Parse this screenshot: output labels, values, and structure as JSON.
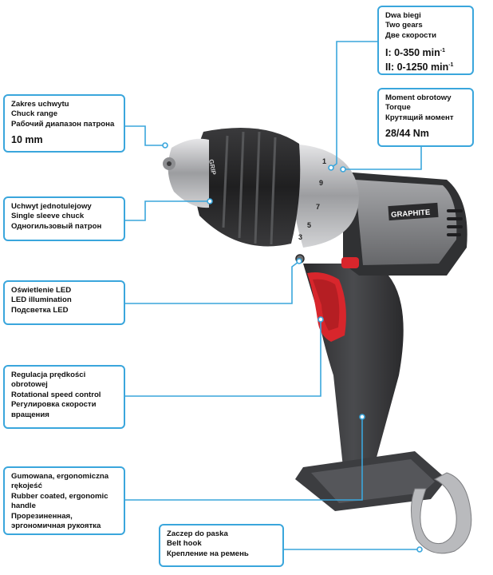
{
  "callouts": {
    "gears": {
      "lines": [
        "Dwa biegi",
        "Two gears",
        "Две скорости"
      ],
      "gear1": {
        "label": "I: 0-350 min",
        "sup": "-1"
      },
      "gear2": {
        "label": "II: 0-1250 min",
        "sup": "-1"
      }
    },
    "torque": {
      "lines": [
        "Moment obrotowy",
        "Torque",
        "Крутящий момент"
      ],
      "value": "28/44 Nm"
    },
    "chuck_range": {
      "lines": [
        "Zakres uchwytu",
        "Chuck range",
        "Рабочий диапазон патрона"
      ],
      "value": "10 mm"
    },
    "single_sleeve": {
      "lines": [
        "Uchwyt jednotulejowy",
        "Single sleeve chuck",
        "Одногильзовый патрон"
      ]
    },
    "led": {
      "lines": [
        "Oświetlenie LED",
        "LED illumination",
        "Подсветка LED"
      ]
    },
    "speed": {
      "lines": [
        "Regulacja prędkości",
        "obrotowej",
        "Rotational speed control",
        "Регулировка скорости",
        "вращения"
      ]
    },
    "handle": {
      "lines": [
        "Gumowana, ergonomiczna",
        "rękojeść",
        "Rubber coated, ergonomic",
        "handle",
        "Прорезиненная,",
        "эргономичная рукоятка"
      ]
    },
    "belt_hook": {
      "lines": [
        "Zaczep do paska",
        "Belt hook",
        "Крепление на ремень"
      ]
    }
  },
  "product": {
    "brand": "GRAPHITE",
    "grip_text": "GRIP",
    "clutch_numbers": [
      "9",
      "7",
      "5",
      "3",
      "1"
    ]
  },
  "colors": {
    "accent": "#3aa6dc",
    "trigger": "#d8262c",
    "body_dark": "#2b2b2d",
    "body_grey": "#8a8b8e"
  }
}
